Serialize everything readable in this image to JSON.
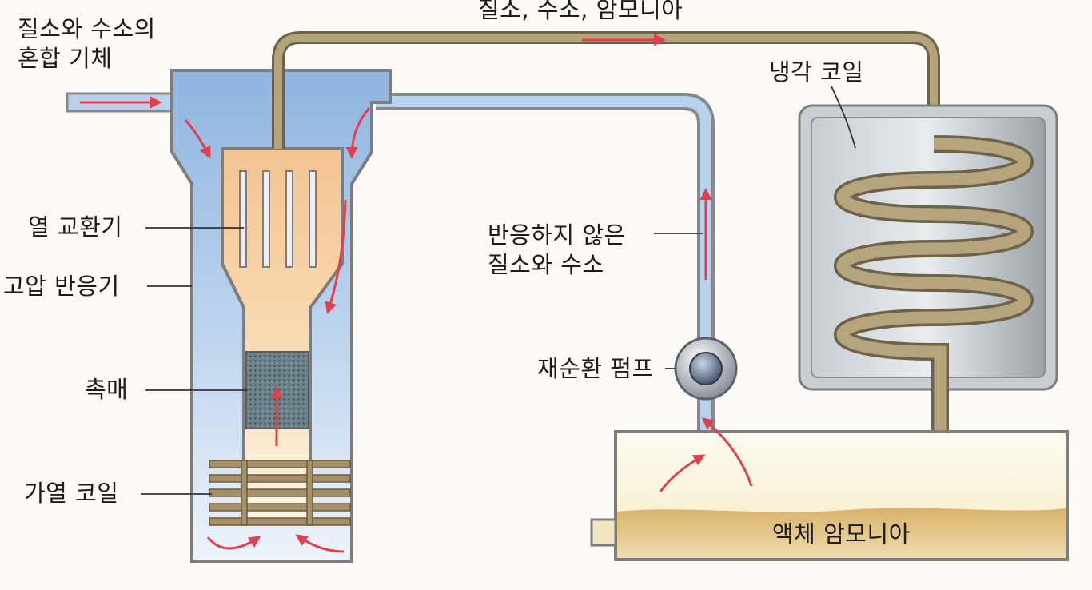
{
  "labels": {
    "feed_gas": [
      "질소와 수소의",
      "혼합 기체"
    ],
    "top_pipe": "질소, 수소, 암모니아",
    "cooling_coil": "냉각 코일",
    "heat_exchanger": "열 교환기",
    "reactor": "고압 반응기",
    "catalyst": "촉매",
    "heating_coil": "가열 코일",
    "unreacted": [
      "반응하지 않은",
      "질소와 수소"
    ],
    "pump": "재순환 펌프",
    "liquid_ammonia": "액체 암모니아"
  },
  "colors": {
    "vessel_fill": "#a9c6e6",
    "vessel_stroke": "#7d7d7d",
    "inner_fill": "#f4c79b",
    "catalyst_fill": "#5a6f78",
    "coil_fill": "#a5906a",
    "flow_arrow": "#e0404d",
    "liquid_fill": "#e2c483",
    "tank_fill": "#fbf4d6",
    "cooler_fill": "#a9b1b7"
  }
}
